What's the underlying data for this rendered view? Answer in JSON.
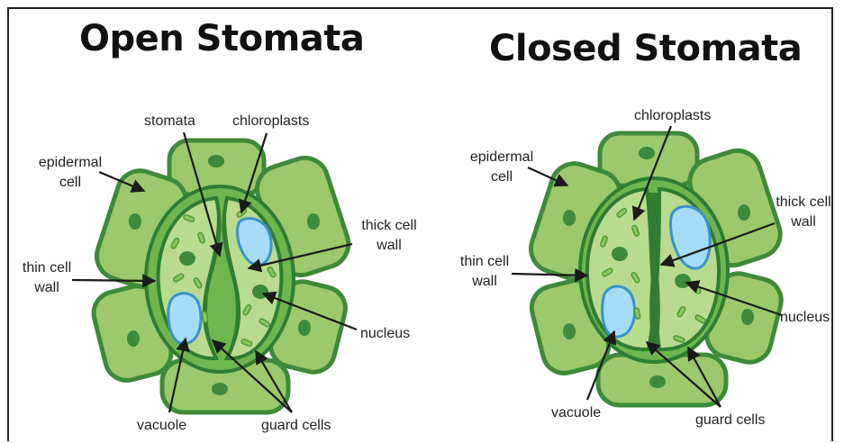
{
  "diagrams": [
    {
      "title": "Open Stomata",
      "labels": {
        "stomata": "stomata",
        "chloroplasts": "chloroplasts",
        "epidermal_cell": [
          "epidermal",
          "cell"
        ],
        "thick_cell_wall": [
          "thick cell",
          "wall"
        ],
        "thin_cell_wall": [
          "thin cell",
          "wall"
        ],
        "nucleus": "nucleus",
        "vacuole": "vacuole",
        "guard_cells": "guard cells"
      }
    },
    {
      "title": "Closed Stomata",
      "labels": {
        "chloroplasts": "chloroplasts",
        "epidermal_cell": [
          "epidermal",
          "cell"
        ],
        "thick_cell_wall": [
          "thick cell",
          "wall"
        ],
        "thin_cell_wall": [
          "thin cell",
          "wall"
        ],
        "nucleus": "nucleus",
        "vacuole": "vacuole",
        "guard_cells": "guard cells"
      }
    }
  ],
  "colors": {
    "epidermal_fill": "#9cc96b",
    "epidermal_stroke": "#3f8a3a",
    "guard_fill": "#b9db8f",
    "guard_stroke": "#2f7d32",
    "vacuole_fill": "#a6dcf5",
    "vacuole_stroke": "#3b93c9",
    "nucleus_fill": "#3d8a3c",
    "chloroplast_fill": "#8cc65a",
    "line": "#1a1a1a"
  }
}
